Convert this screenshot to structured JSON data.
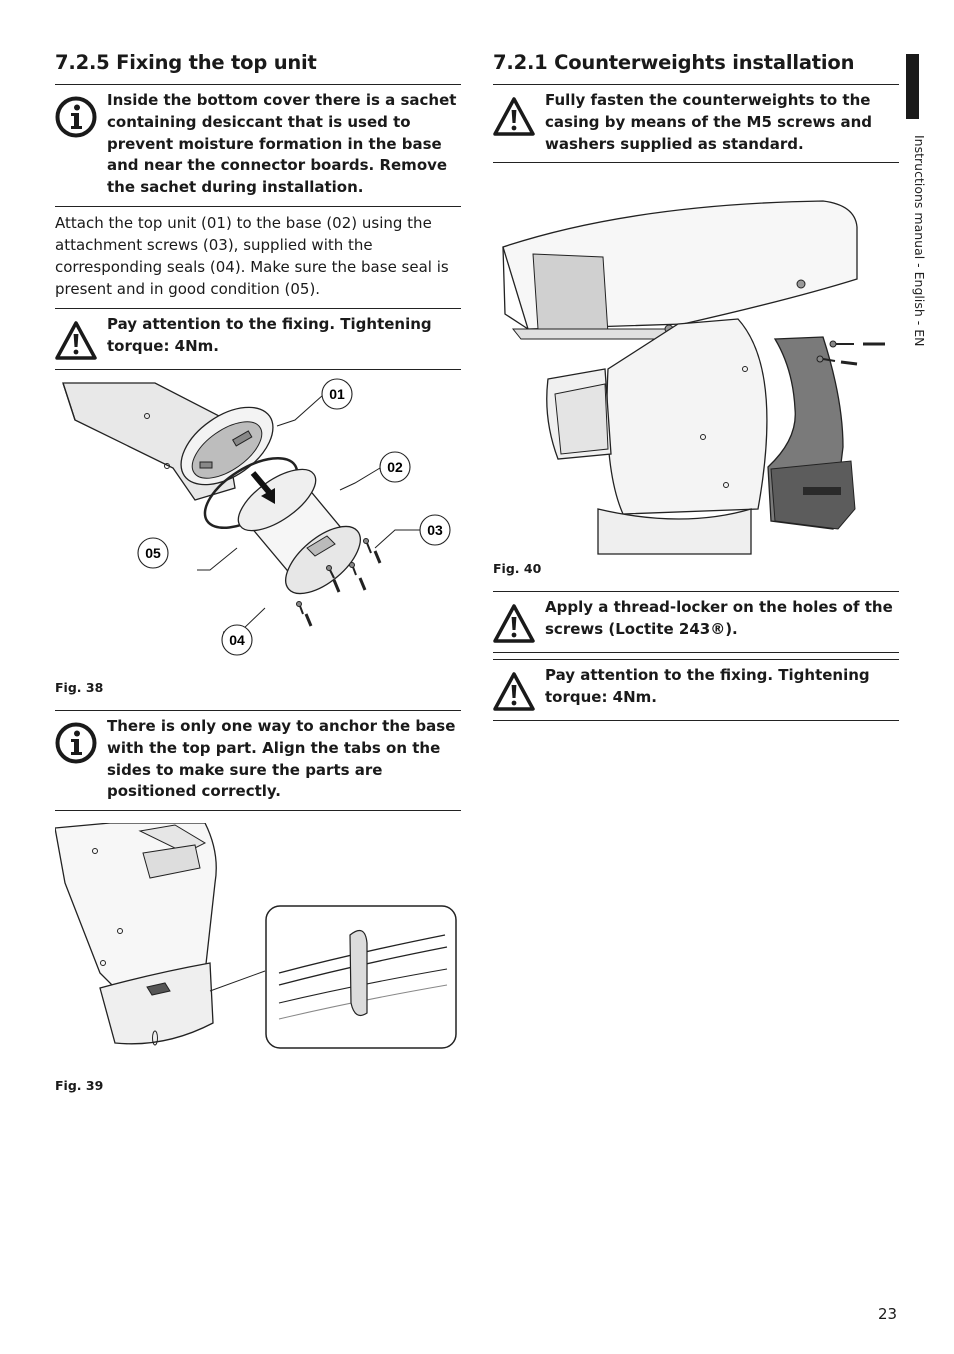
{
  "left": {
    "heading": "7.2.5 Fixing the top unit",
    "note_info_1": "Inside the bottom cover there is a sachet containing desiccant that is used to prevent moisture formation in the base and near the connector boards. Remove the sachet during installation.",
    "paragraph": "Attach the top unit (01) to the base (02) using the attachment screws (03), supplied with the corresponding seals (04). Make sure the base seal is present and in good condition (05).",
    "note_warning_1": "Pay attention to the fixing. Tightening torque: 4Nm.",
    "fig38": {
      "caption": "Fig. 38",
      "callouts": [
        "01",
        "02",
        "03",
        "04",
        "05"
      ]
    },
    "note_info_2": "There is only one way to anchor the base with the top part. Align the tabs on the sides to make sure the parts are positioned correctly.",
    "fig39": {
      "caption": "Fig. 39"
    }
  },
  "right": {
    "heading": "7.2.1 Counterweights installation",
    "note_warning_1": "Fully fasten the counterweights to the casing by means of the M5 screws and washers supplied as standard.",
    "fig40": {
      "caption": "Fig. 40"
    },
    "note_warning_2": "Apply a thread-locker on the holes of the screws (Loctite 243®).",
    "note_warning_3": "Pay attention to the fixing. Tightening torque: 4Nm."
  },
  "sidebar_text": "Instructions manual - English - EN",
  "page_number": "23",
  "icons": {
    "info": "info-icon",
    "warning": "warning-icon"
  }
}
